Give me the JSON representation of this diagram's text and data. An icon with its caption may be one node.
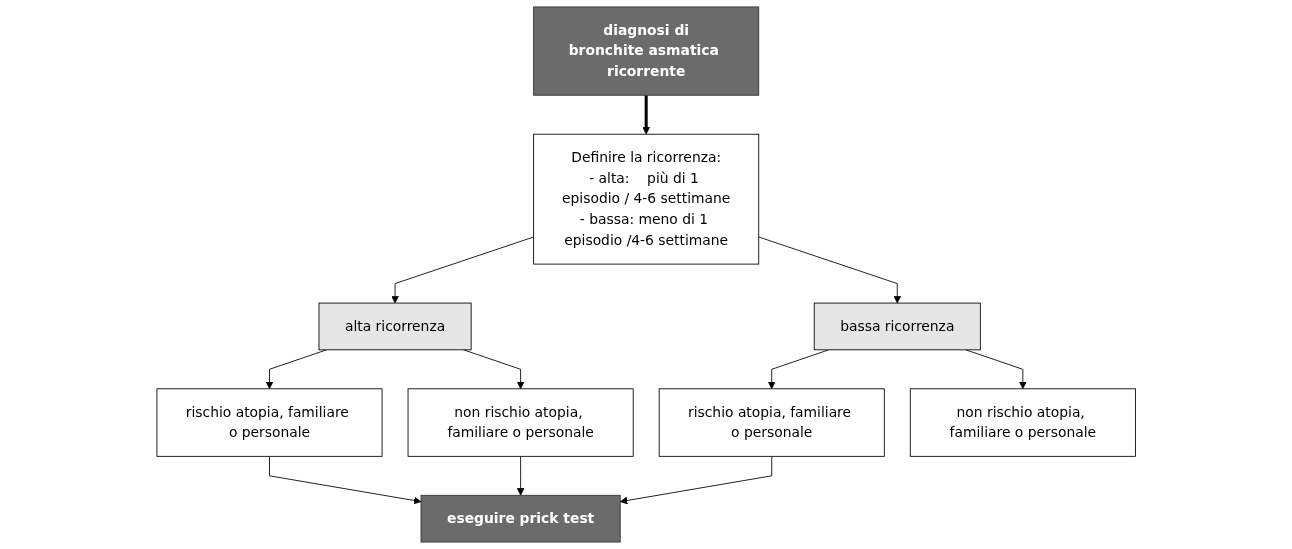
{
  "diagram": {
    "nodes": [
      {
        "text": [
          "diagnosi di",
          "bronchite asmatica ricorrente"
        ]
      },
      {
        "text": [
          "Definire la ricorrenza:",
          "- alta:    più di 1 episodio / 4-6 settimane",
          "- bassa: meno di 1 episodio /4-6 settimane"
        ]
      },
      {
        "text": [
          "alta ricorrenza"
        ]
      },
      {
        "text": [
          "bassa ricorrenza"
        ]
      },
      {
        "text": [
          "rischio atopia, familiare o personale"
        ]
      },
      {
        "text": [
          "non rischio atopia, familiare o personale"
        ]
      },
      {
        "text": [
          "rischio atopia, familiare o personale"
        ]
      },
      {
        "text": [
          "non rischio atopia, familiare o personale"
        ]
      },
      {
        "text": [
          "eseguire prick test"
        ]
      }
    ],
    "edges": [
      {
        "from": 0,
        "to": 1,
        "arrow": "to",
        "style": "thick"
      },
      {
        "from": 1,
        "to": 2,
        "arrow": "to"
      },
      {
        "from": 1,
        "to": 3,
        "arrow": "to"
      },
      {
        "from": 2,
        "to": 4,
        "arrow": "to"
      },
      {
        "from": 2,
        "to": 5,
        "arrow": "to"
      },
      {
        "from": 3,
        "to": 6,
        "arrow": "to"
      },
      {
        "from": 3,
        "to": 7,
        "arrow": "to"
      },
      {
        "from": 4,
        "to": 8,
        "arrow": "to"
      },
      {
        "from": 5,
        "to": 8,
        "arrow": "to"
      },
      {
        "from": 6,
        "to": 8,
        "arrow": "to"
      }
    ]
  }
}
